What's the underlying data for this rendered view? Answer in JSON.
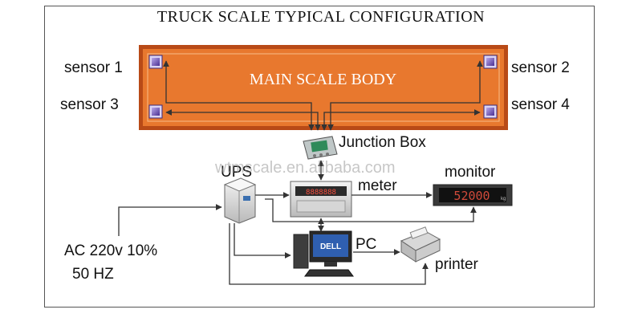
{
  "title": "TRUCK SCALE TYPICAL CONFIGURATION",
  "main_scale": {
    "label": "MAIN SCALE BODY"
  },
  "sensors": {
    "s1": "sensor 1",
    "s2": "sensor 2",
    "s3": "sensor 3",
    "s4": "sensor 4"
  },
  "components": {
    "junction_box": "Junction Box",
    "ups": "UPS",
    "meter": "meter",
    "monitor": "monitor",
    "pc": "PC",
    "printer": "printer"
  },
  "power": {
    "line1": "AC 220v 10%",
    "line2": "50 HZ"
  },
  "monitor_display": {
    "reading": "52000",
    "unit": "kg"
  },
  "watermark": "wtmscale.en.alibaba.com",
  "colors": {
    "scale_body": "#e8782e",
    "scale_border": "#b84a17",
    "scale_inner_line": "#f6b17a",
    "line": "#333333",
    "sensor": "#6b4fb7"
  }
}
